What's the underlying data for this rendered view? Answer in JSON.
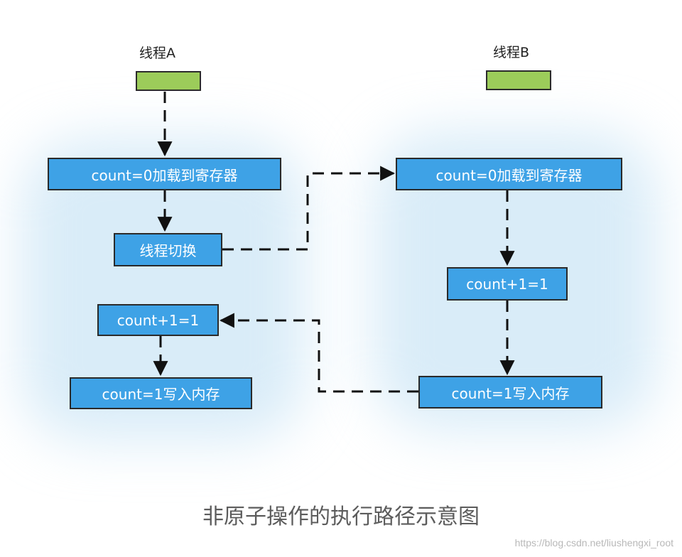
{
  "thread_a": {
    "title": "线程A",
    "load_box": "count=0加载到寄存器",
    "switch_box": "线程切换",
    "increment_box": "count+1=1",
    "write_box": "count=1写入内存"
  },
  "thread_b": {
    "title": "线程B",
    "load_box": "count=0加载到寄存器",
    "increment_box": "count+1=1",
    "write_box": "count=1写入内存"
  },
  "caption": "非原子操作的执行路径示意图",
  "watermark": "https://blog.csdn.net/liushengxi_root",
  "colors": {
    "box_fill": "#3ea2e6",
    "bar_fill": "#9ccc5a",
    "glow": "#b9dcf3",
    "caption_text": "#5c5c5c"
  }
}
